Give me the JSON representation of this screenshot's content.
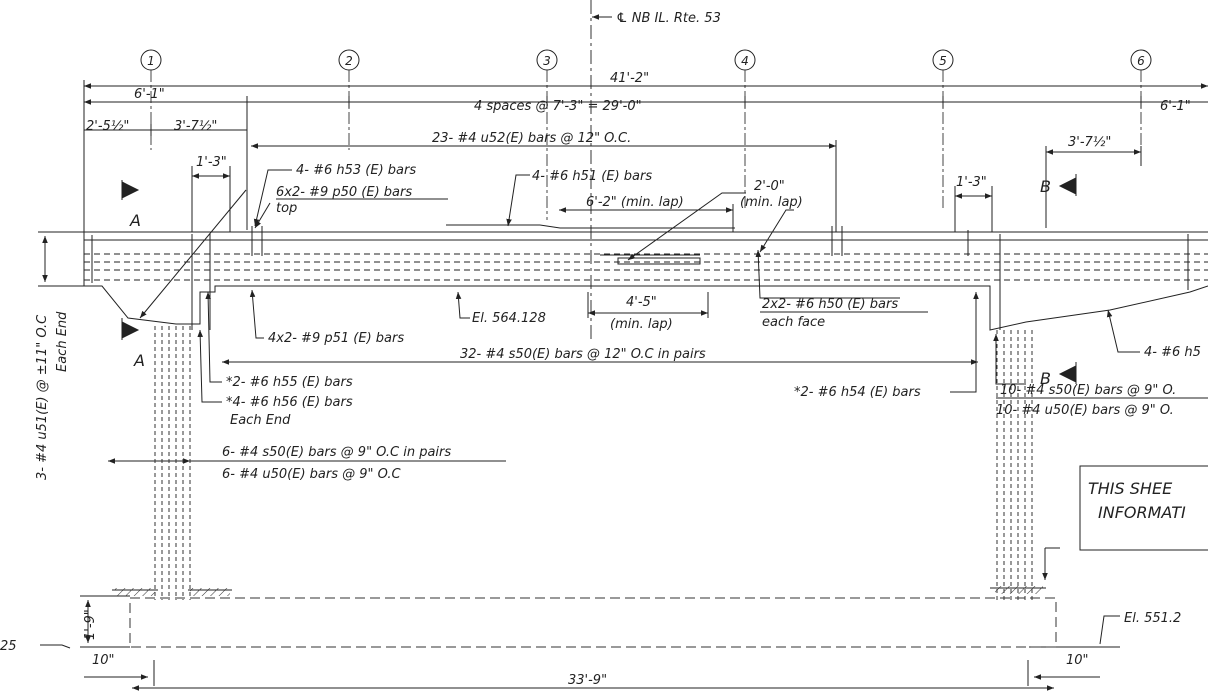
{
  "centerline_label": "℄ NB IL. Rte. 53",
  "grid_lines": [
    "1",
    "2",
    "3",
    "4",
    "5",
    "6"
  ],
  "dimensions": {
    "overall": "41'-2\"",
    "left_end": "6'-1\"",
    "spaces": "4 spaces @ 7'-3\" = 29'-0\"",
    "right_end": "6'-1\"",
    "left_offset_a": "2'-5½\"",
    "left_offset_b": "3'-7½\"",
    "right_offset": "3'-7½\"",
    "left_1_3": "1'-3\"",
    "right_1_3": "1'-3\"",
    "lap_6_2": "6'-2\" (min. lap)",
    "lap_2_0_a": "2'-0\"",
    "lap_2_0_b": "(min. lap)",
    "lap_4_5_a": "4'-5\"",
    "lap_4_5_b": "(min. lap)",
    "left_depth": "3- #4 u51(E) @ ±11\" O.C",
    "left_depth_sub": "Each End",
    "footing_depth": "1'-9\"",
    "footing_left": "10\"",
    "footing_right": "10\"",
    "footing_width": "33'-9\""
  },
  "bar_callouts": {
    "u52": "23- #4 u52(E) bars @ 12\" O.C.",
    "h53": "4- #6 h53 (E) bars",
    "p50": "6x2- #9 p50 (E) bars",
    "p50_top": "top",
    "h51": "4- #6 h51 (E) bars",
    "p51": "4x2- #9 p51 (E) bars",
    "elevation": "El. 564.128",
    "h50": "2x2- #6 h50 (E) bars",
    "h50_face": "each face",
    "s50_pairs": "32- #4 s50(E) bars @ 12\" O.C in pairs",
    "h55": "*2- #6 h55 (E) bars",
    "h56": "*4- #6 h56 (E) bars",
    "h56_end": "Each End",
    "s50_left": "6- #4 s50(E) bars @ 9\" O.C in pairs",
    "u50_left": "6- #4 u50(E) bars @ 9\" O.C",
    "h54": "*2- #6 h54 (E) bars",
    "s50_right": "10- #4 s50(E) bars @ 9\" O.",
    "u50_right": "10- #4 u50(E) bars @ 9\" O.",
    "h52_right": "4- #6 h5",
    "footing_el_left": "25",
    "footing_el_right": "El. 551.2"
  },
  "section_marks": {
    "a_top": "A",
    "a_bottom": "A",
    "b_top": "B",
    "b_bottom": "B"
  },
  "note_lines": [
    "THIS SHEE",
    "INFORMATI"
  ]
}
